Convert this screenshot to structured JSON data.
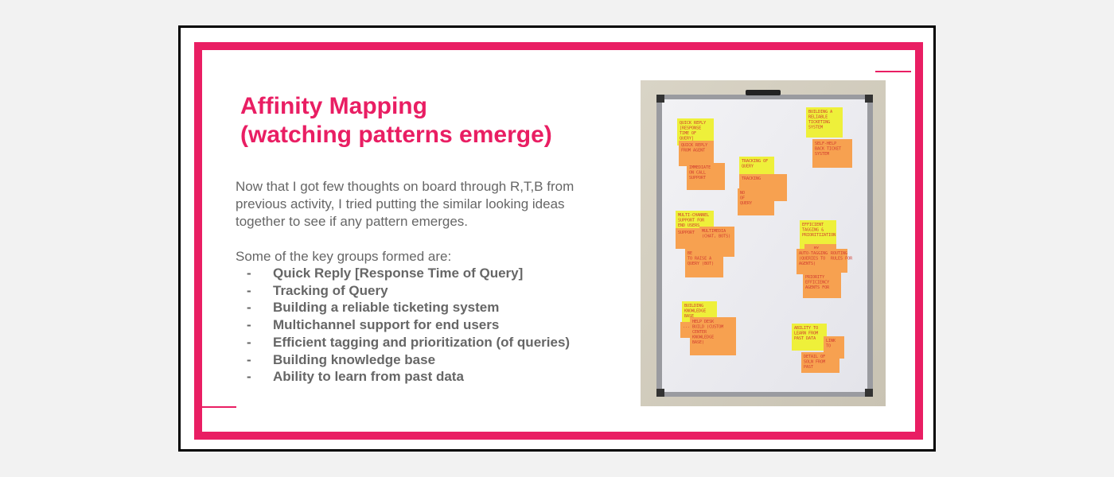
{
  "slide": {
    "title_lines": [
      "Affinity Mapping",
      "(watching patterns emerge)"
    ],
    "intro": "Now that I got few thoughts on board  through R,T,B from previous activity, I tried putting the similar looking ideas together to see if any pattern emerges.",
    "groups_label": "Some of the key groups formed are:",
    "groups": [
      "Quick Reply [Response Time of Query]",
      "Tracking of Query",
      "Building a reliable ticketing system",
      "Multichannel support for end users",
      "Efficient tagging and prioritization (of queries)",
      "Building knowledge base",
      "Ability to learn from past data"
    ],
    "bullet": "-"
  },
  "photo": {
    "stickies": [
      [
        "QUICK REPLY",
        "[RESPONSE",
        "TIME OF",
        "QUERY]"
      ],
      [
        "QUICK REPLY",
        "FROM AGENT"
      ],
      [
        "IMMEDIATE",
        "ON CALL",
        "SUPPORT"
      ],
      [
        "TRACKING OF",
        "QUERY"
      ],
      [
        "TRACKING"
      ],
      [
        "NO",
        "OF",
        "QUERY"
      ],
      [
        "BUILDING A",
        "RELIABLE",
        "TICKETING",
        "SYSTEM"
      ],
      [
        "SELF-HELP",
        "BACK TICKET",
        "SYSTEM"
      ],
      [
        "MULTI-CHANNEL",
        "SUPPORT FOR",
        "END USERS"
      ],
      [
        "SUPPORT"
      ],
      [
        "MULTIMEDIA",
        "(CHAT, BOTS)"
      ],
      [
        "BE",
        "TO RAISE A",
        "QUERY (BOT)"
      ],
      [
        "EFFICIENT",
        "TAGGING &",
        "PRIORITIZATION"
      ],
      [
        "...BY"
      ],
      [
        "AUTO-TAGGING",
        "(QUERIES TO",
        "AGENTS)"
      ],
      [
        "ROUTING",
        "RULES FOR"
      ],
      [
        "PRIORITY",
        "EFFICIENCY",
        "AGENTS FOR"
      ],
      [
        "BUILDING",
        "KNOWLEDGE",
        "BASE"
      ],
      [
        "..."
      ],
      [
        "HELP DESK",
        "BUILD (CUSTOM",
        "CENTER",
        "KNOWLEDGE",
        "BASE)"
      ],
      [
        "ABILITY TO",
        "LEARN FROM",
        "PAST DATA"
      ],
      [
        "LINK",
        "TO"
      ],
      [
        "DETAIL OF",
        "SOLN FROM",
        "PAST"
      ]
    ],
    "colors": {
      "accent": "#e91e63",
      "sticky_orange": "#f7a150",
      "sticky_yellow": "#eef03a",
      "marker": "#d13a2f"
    }
  }
}
